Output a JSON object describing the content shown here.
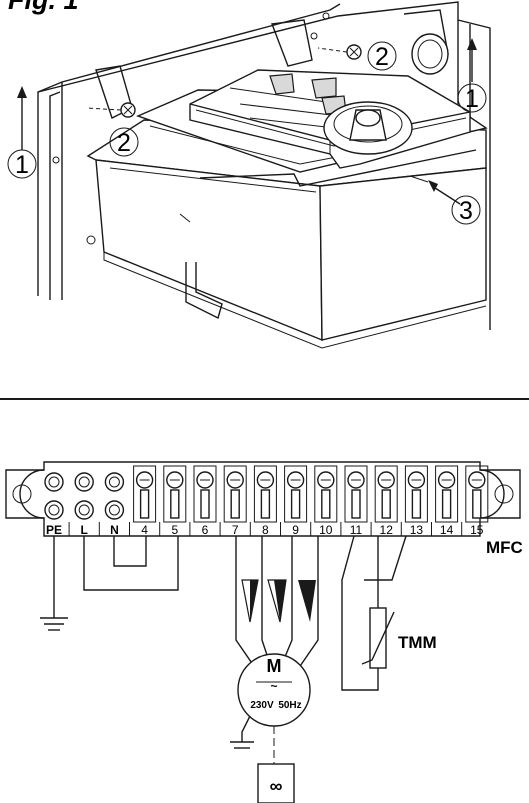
{
  "figure": {
    "title": "Fig. 1"
  },
  "callouts": {
    "arrow_left": "1",
    "arrow_right": "1",
    "screw_left": "2",
    "screw_right": "2",
    "edge": "3"
  },
  "terminal_block": {
    "labels": [
      "PE",
      "L",
      "N",
      "4",
      "5",
      "6",
      "7",
      "8",
      "9",
      "10",
      "11",
      "12",
      "13",
      "14",
      "15"
    ],
    "device_label": "MFC"
  },
  "motor": {
    "label": "M",
    "symbol": "~",
    "voltage": "230V",
    "frequency": "50Hz"
  },
  "thermistor": {
    "label": "TMM"
  },
  "capacitor": {
    "symbol": "∞"
  }
}
